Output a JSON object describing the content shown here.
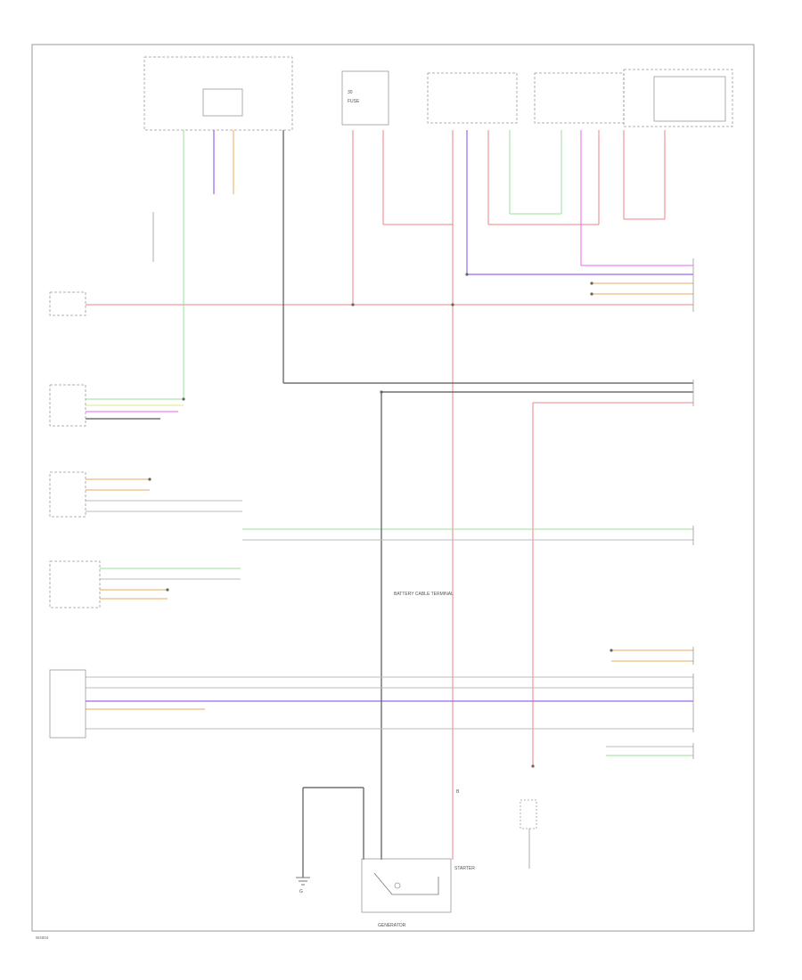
{
  "diagram": {
    "footer": "W4004",
    "labels": {
      "starter": "STARTER",
      "ground": "G",
      "hot_terminal": "30",
      "fuse": "FUSE",
      "battery_cable": "BATTERY CABLE TERMINAL",
      "generator": "GENERATOR",
      "terminal_b": "B"
    },
    "colors": {
      "red": "#f08080",
      "green": "#98e098",
      "violet": "#9966ee",
      "magenta": "#ee66ee",
      "orange": "#e8a860",
      "blue": "#7777ee",
      "black": "#555555",
      "gray": "#bbbbbb",
      "frame": "#999999"
    }
  }
}
